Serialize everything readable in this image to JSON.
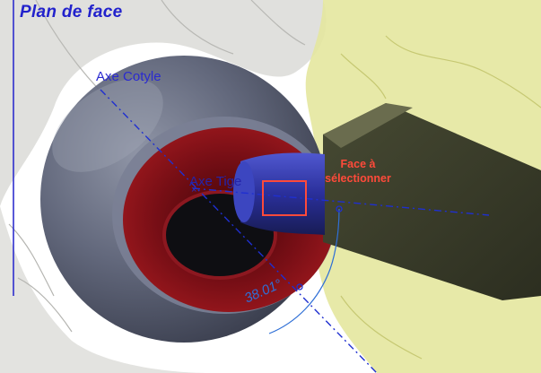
{
  "viewport": {
    "plane_title": "Plan de face",
    "axis_cotyle_label": "Axe Cotyle",
    "axis_tige_label": "Axe Tige",
    "hint_line1": "Face à",
    "hint_line2": "sélectionner",
    "angle_label": "38.01°"
  },
  "colors": {
    "plane_blue": "#2222cc",
    "axis_blue": "#1f2fd0",
    "hint_red": "#ff4a3a",
    "cup_gray": "#5c6275",
    "liner_red": "#7a0f16",
    "bone_yellow": "#e2e69a",
    "stem_navy": "#262c8c"
  },
  "icons": [
    "selection-box",
    "angle-dimension-handle"
  ]
}
